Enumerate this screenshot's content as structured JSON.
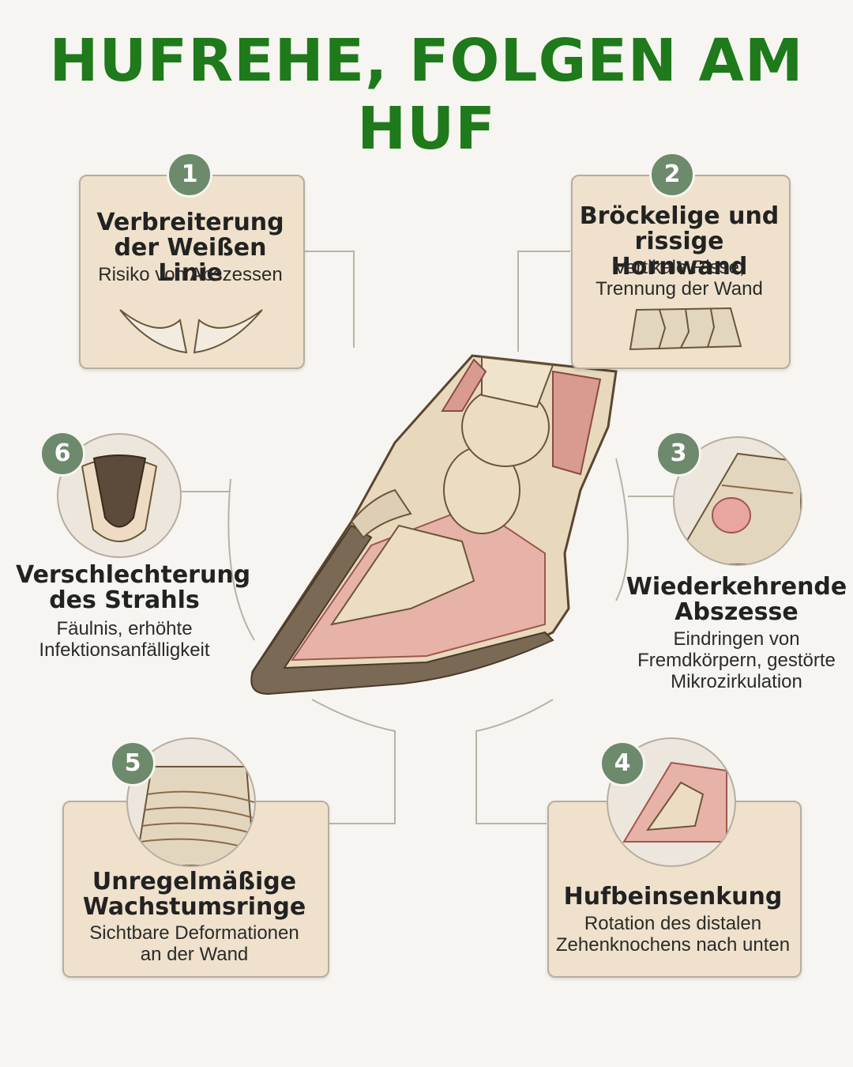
{
  "title": "HUFREHE, FOLGEN AM HUF",
  "items": [
    {
      "number": "1",
      "heading_line1": "Verbreiterung",
      "heading_line2": "der Weißen Linie",
      "sub_line1": "Risiko von Abszessen",
      "sub_line2": "",
      "sub_line3": ""
    },
    {
      "number": "2",
      "heading_line1": "Bröckelige und",
      "heading_line2": "rissige Hornwand",
      "sub_line1": "Vertikale Risse,",
      "sub_line2": "Trennung der Wand",
      "sub_line3": ""
    },
    {
      "number": "3",
      "heading_line1": "Wiederkehrende",
      "heading_line2": "Abszesse",
      "sub_line1": "Eindringen von",
      "sub_line2": "Fremdkörpern, gestörte",
      "sub_line3": "Mikrozirkulation"
    },
    {
      "number": "4",
      "heading_line1": "Hufbeinsenkung",
      "heading_line2": "",
      "sub_line1": "Rotation des distalen",
      "sub_line2": "Zehenknochens nach unten",
      "sub_line3": ""
    },
    {
      "number": "5",
      "heading_line1": "Unregelmäßige",
      "heading_line2": "Wachstumsringe",
      "sub_line1": "Sichtbare Deformationen",
      "sub_line2": "an der Wand",
      "sub_line3": ""
    },
    {
      "number": "6",
      "heading_line1": "Verschlechterung",
      "heading_line2": "des Strahls",
      "sub_line1": "Fäulnis, erhöhte",
      "sub_line2": "Infektionsanfälligkeit",
      "sub_line3": ""
    }
  ],
  "colors": {
    "title": "#1e7a1a",
    "badge": "#6d8a6c",
    "box": "#efe1cb",
    "border": "#b7ad9f"
  }
}
